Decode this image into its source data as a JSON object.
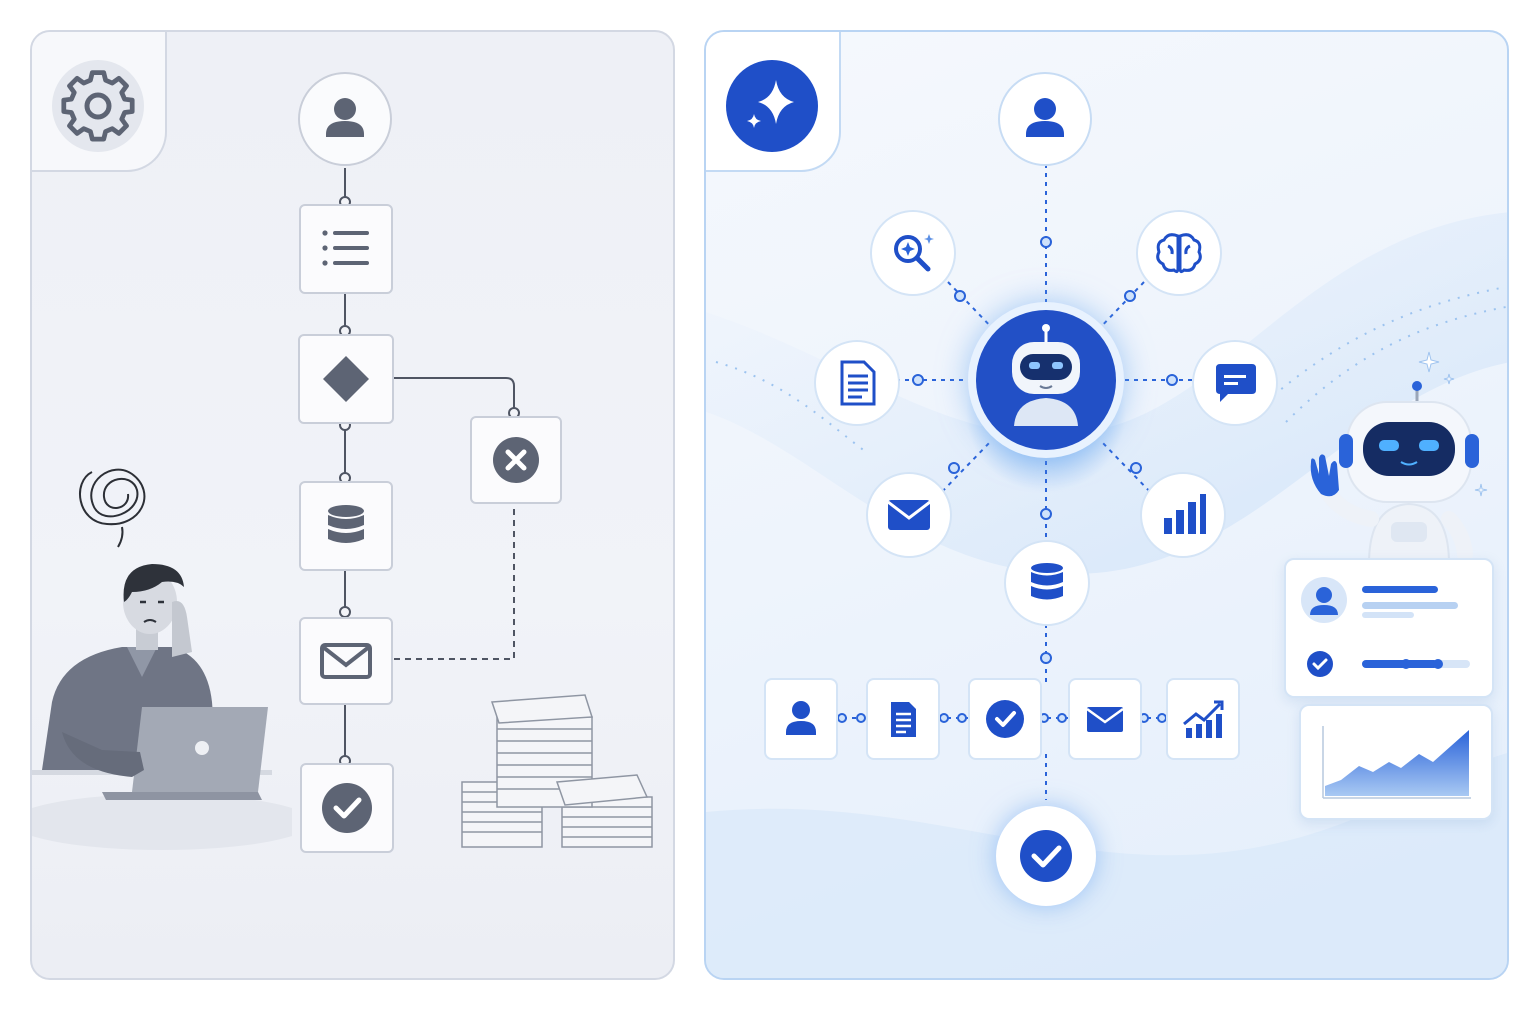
{
  "left_panel": {
    "theme": "manual workflow",
    "corner_icon": "gear-icon",
    "flow_steps": [
      "user-icon",
      "list-icon",
      "decision-diamond-icon",
      "database-icon",
      "mail-icon",
      "check-icon"
    ],
    "error_step": "x-circle-icon",
    "illustration": [
      "stressed-person-at-laptop",
      "paper-stacks"
    ]
  },
  "right_panel": {
    "theme": "ai automation",
    "corner_icon": "sparkle-icon",
    "hub": "robot-icon",
    "satellites": [
      "user-icon",
      "search-sparkle-icon",
      "brain-icon",
      "document-icon",
      "chat-icon",
      "mail-icon",
      "bar-chart-icon",
      "database-icon"
    ],
    "pipeline": [
      "user-icon",
      "document-icon",
      "check-icon",
      "mail-icon",
      "trend-chart-icon"
    ],
    "final": "check-icon",
    "side_cards": [
      "profile-card",
      "area-chart-card"
    ]
  },
  "colors": {
    "gray_icon": "#5d6474",
    "gray_line": "#4f5563",
    "brand_blue": "#1f4fc8",
    "blue_mid": "#2a63d9",
    "blue_light": "#8fbaf1"
  }
}
